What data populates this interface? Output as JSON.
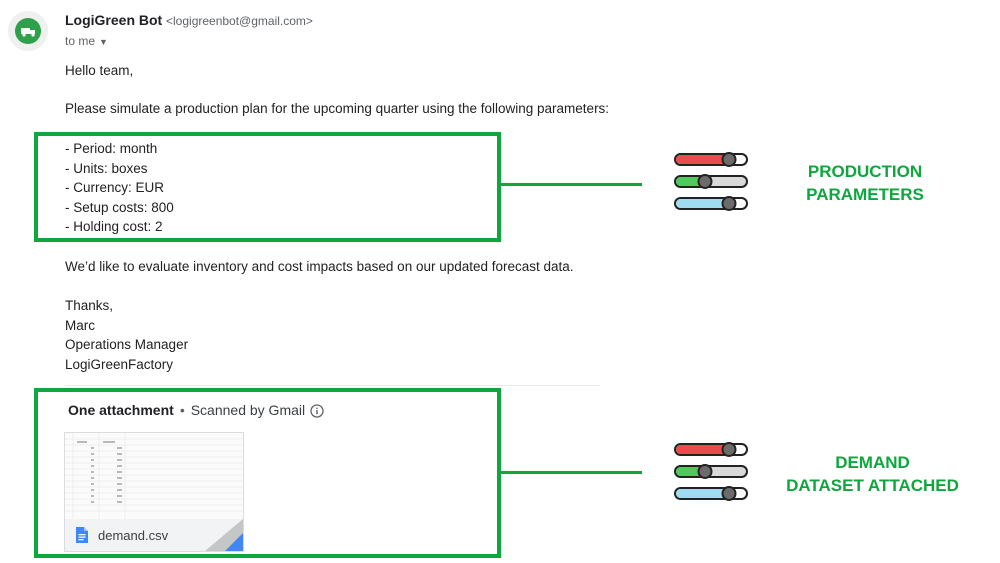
{
  "header": {
    "sender_name": "LogiGreen Bot",
    "sender_email": "<logigreenbot@gmail.com>",
    "recipient": "to me"
  },
  "email": {
    "greeting": "Hello team,",
    "intro": "Please simulate a production plan for the upcoming quarter using the following parameters:",
    "parameters": [
      "- Period: month",
      "- Units: boxes",
      "- Currency: EUR",
      "- Setup costs: 800",
      "- Holding cost: 2"
    ],
    "request": "We’d like to evaluate inventory and cost impacts based on our updated forecast data.",
    "closing": "Thanks,",
    "signature": [
      "Marc",
      "Operations Manager",
      "LogiGreenFactory"
    ]
  },
  "attachment": {
    "title": "One attachment",
    "separator": "•",
    "scan_status": "Scanned by Gmail",
    "file_name": "demand.csv",
    "file_icon": "document-icon"
  },
  "annotations": {
    "production": [
      "PRODUCTION",
      "PARAMETERS"
    ],
    "demand": [
      "DEMAND",
      "DATASET ATTACHED"
    ],
    "icon": "sliders-icon"
  },
  "colors": {
    "highlight_green": "#10a63f",
    "slider_red": "#e84c4c",
    "slider_green": "#4fc95b",
    "slider_blue": "#9fdcf0",
    "slider_knob": "#6b6b6b"
  }
}
